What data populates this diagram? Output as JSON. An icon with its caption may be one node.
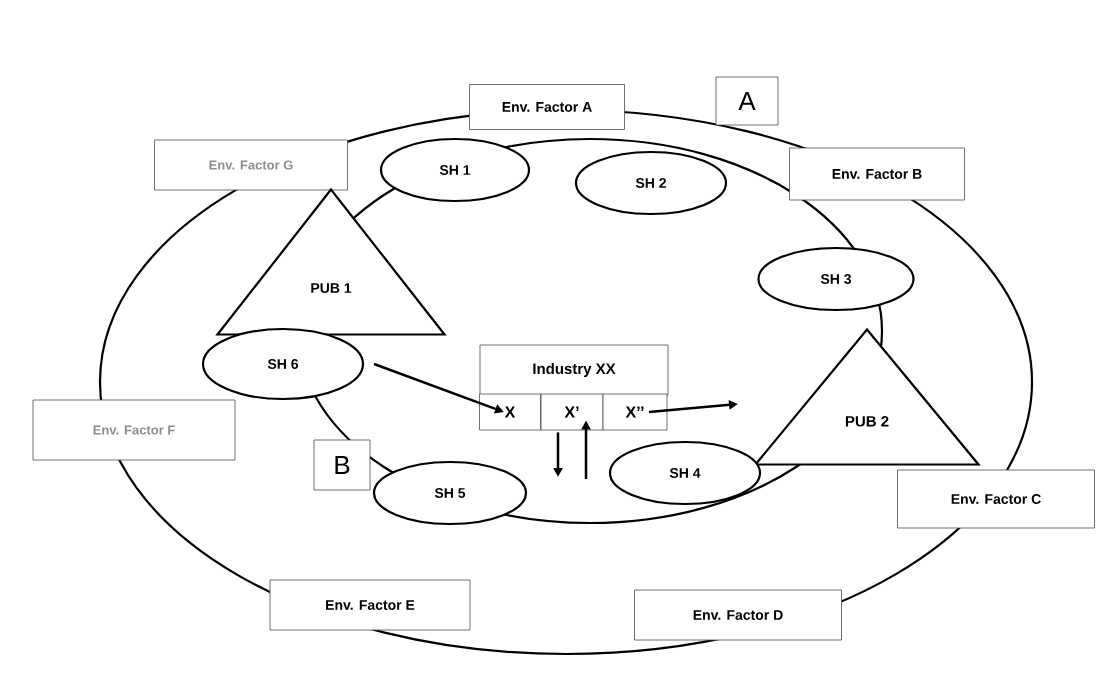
{
  "diagram": {
    "nodes": [
      {
        "text": [
          "Env. Factor A"
        ]
      },
      {
        "text": [
          "A"
        ]
      },
      {
        "text": [
          "Env. Factor G"
        ]
      },
      {
        "text": [
          "SH 1"
        ]
      },
      {
        "text": [
          "SH 2"
        ]
      },
      {
        "text": [
          "Env. Factor B"
        ]
      },
      {
        "text": [
          "PUB 1"
        ]
      },
      {
        "text": [
          "SH 3"
        ]
      },
      {
        "text": [
          "Industry XX"
        ]
      },
      {
        "text": [
          "X"
        ]
      },
      {
        "text": [
          "X’"
        ]
      },
      {
        "text": [
          "X’’"
        ]
      },
      {
        "text": [
          "SH 6"
        ]
      },
      {
        "text": [
          "PUB 2"
        ]
      },
      {
        "text": [
          "Env. Factor F"
        ]
      },
      {
        "text": [
          "B"
        ]
      },
      {
        "text": [
          "SH 5"
        ]
      },
      {
        "text": [
          "SH 4"
        ]
      },
      {
        "text": [
          "Env. Factor C"
        ]
      },
      {
        "text": [
          "Env. Factor E"
        ]
      },
      {
        "text": [
          "Env. Factor D"
        ]
      }
    ],
    "edges": [
      {
        "from": 12,
        "to": 9,
        "arrow": "to"
      },
      {
        "from": 11,
        "to": null,
        "arrow": "to"
      },
      {
        "from": 10,
        "to": null,
        "arrow": "to"
      },
      {
        "from": null,
        "to": 10,
        "arrow": "to"
      }
    ]
  }
}
